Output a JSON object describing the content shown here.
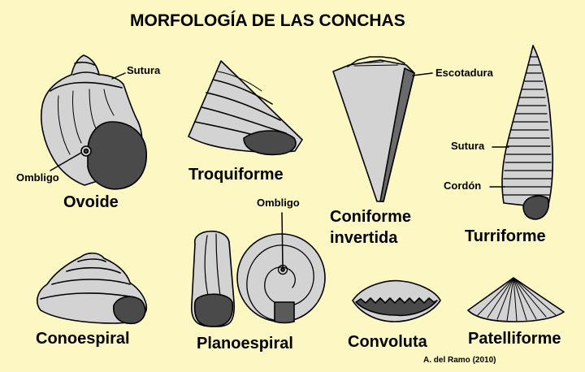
{
  "title": "MORFOLOGÍA DE LAS CONCHAS",
  "shells": {
    "ovoide": {
      "name": "Ovoide",
      "sutura": "Sutura",
      "ombligo": "Ombligo"
    },
    "troquiforme": {
      "name": "Troquiforme"
    },
    "coniforme": {
      "name_line1": "Coniforme",
      "name_line2": "invertida",
      "escotadura": "Escotadura"
    },
    "turriforme": {
      "name": "Turriforme",
      "sutura": "Sutura",
      "cordon": "Cordón"
    },
    "conoespiral": {
      "name": "Conoespiral"
    },
    "planoespiral": {
      "name": "Planoespiral",
      "ombligo": "Ombligo"
    },
    "convoluta": {
      "name": "Convoluta"
    },
    "patelliforme": {
      "name": "Patelliforme"
    }
  },
  "credit": "A. del Ramo (2010)",
  "colors": {
    "background": "#fdf7c3",
    "shell": "#d3d3d3",
    "aperture": "#4a4a4a",
    "outline": "#000000"
  }
}
